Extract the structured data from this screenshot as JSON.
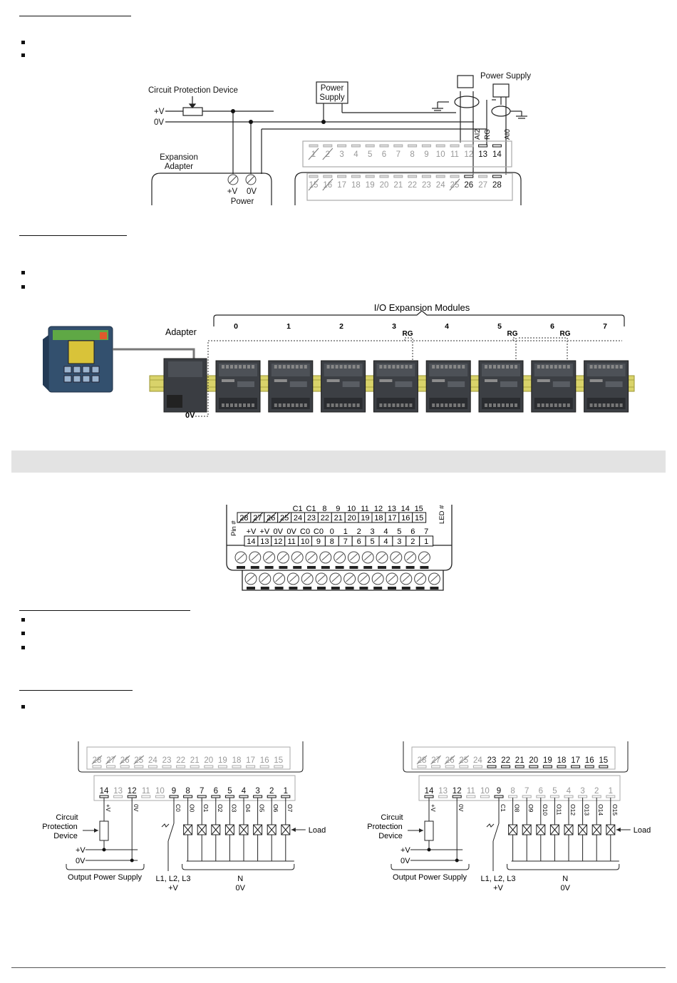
{
  "fig1": {
    "circuit_protection": "Circuit Protection Device",
    "plus_v": "+V",
    "zero_v": "0V",
    "power_supply_box": [
      "Power",
      "Supply"
    ],
    "power_supply_top": "Power Supply",
    "expansion_adapter": [
      "Expansion",
      "Adapter"
    ],
    "adapter_power_label": "Power",
    "adapter_terms": [
      "+V",
      "0V"
    ],
    "top_row": [
      "1",
      "2",
      "3",
      "4",
      "5",
      "6",
      "7",
      "8",
      "9",
      "10",
      "11",
      "12",
      "13",
      "14"
    ],
    "bottom_row": [
      "15",
      "16",
      "17",
      "18",
      "19",
      "20",
      "21",
      "22",
      "23",
      "24",
      "25",
      "26",
      "27",
      "28"
    ],
    "vertical_labels": [
      "AI2",
      "RG",
      "AI0"
    ]
  },
  "fig2": {
    "title": "I/O Expansion Modules",
    "adapter_label": "Adapter",
    "module_numbers": [
      "0",
      "1",
      "2",
      "3",
      "4",
      "5",
      "6",
      "7"
    ],
    "rg_labels": [
      "RG",
      "RG",
      "RG"
    ],
    "zero_v": "0V"
  },
  "fig3": {
    "pin_label": "Pin #",
    "led_label": "LED #",
    "top_names": [
      "C1",
      "C1",
      "8",
      "9",
      "10",
      "11",
      "12",
      "13",
      "14",
      "15"
    ],
    "top_pins": [
      "28",
      "27",
      "26",
      "25",
      "24",
      "23",
      "22",
      "21",
      "20",
      "19",
      "18",
      "17",
      "16",
      "15"
    ],
    "bottom_names": [
      "+V",
      "+V",
      "0V",
      "0V",
      "C0",
      "C0",
      "0",
      "1",
      "2",
      "3",
      "4",
      "5",
      "6",
      "7"
    ],
    "bottom_pins": [
      "14",
      "13",
      "12",
      "11",
      "10",
      "9",
      "8",
      "7",
      "6",
      "5",
      "4",
      "3",
      "2",
      "1"
    ]
  },
  "fig4": {
    "top_pins": [
      "28",
      "27",
      "26",
      "25",
      "24",
      "23",
      "22",
      "21",
      "20",
      "19",
      "18",
      "17",
      "16",
      "15"
    ],
    "bottom_pins": [
      "14",
      "13",
      "12",
      "11",
      "10",
      "9",
      "8",
      "7",
      "6",
      "5",
      "4",
      "3",
      "2",
      "1"
    ],
    "left_signals": [
      "+V",
      "0V",
      "C0",
      "O0",
      "O1",
      "O2",
      "O3",
      "O4",
      "O5",
      "O6",
      "O7"
    ],
    "right_signals": [
      "+V",
      "0V",
      "C1",
      "O8",
      "O9",
      "O10",
      "O11",
      "O12",
      "O13",
      "O14",
      "O15"
    ],
    "circuit": [
      "Circuit",
      "Protection",
      "Device"
    ],
    "plus_v": "+V",
    "zero_v": "0V",
    "output_power_supply": "Output Power Supply",
    "l_phases": "L1, L2, L3",
    "neutral": "N",
    "load": "Load"
  }
}
